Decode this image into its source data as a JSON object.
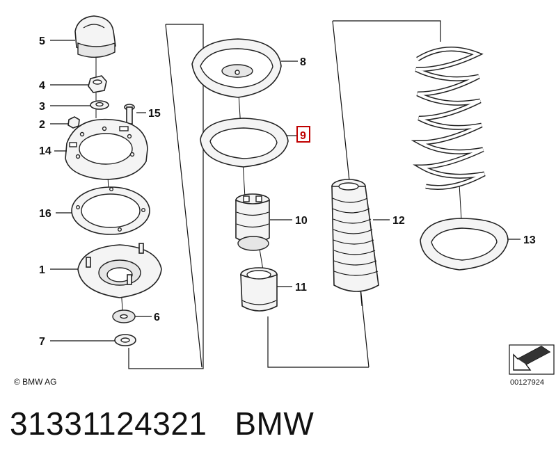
{
  "diagram": {
    "copyright": "© BMW AG",
    "image_number": "00127924",
    "callouts": {
      "p1": "1",
      "p2": "2",
      "p3": "3",
      "p4": "4",
      "p5": "5",
      "p6": "6",
      "p7": "7",
      "p8": "8",
      "p9": "9",
      "p10": "10",
      "p11": "11",
      "p12": "12",
      "p13": "13",
      "p14": "14",
      "p15": "15",
      "p16": "16"
    },
    "highlighted_callout": "9",
    "highlight_color": "#c00000"
  },
  "footer": {
    "part_number": "31331124321",
    "brand": "BMW"
  }
}
